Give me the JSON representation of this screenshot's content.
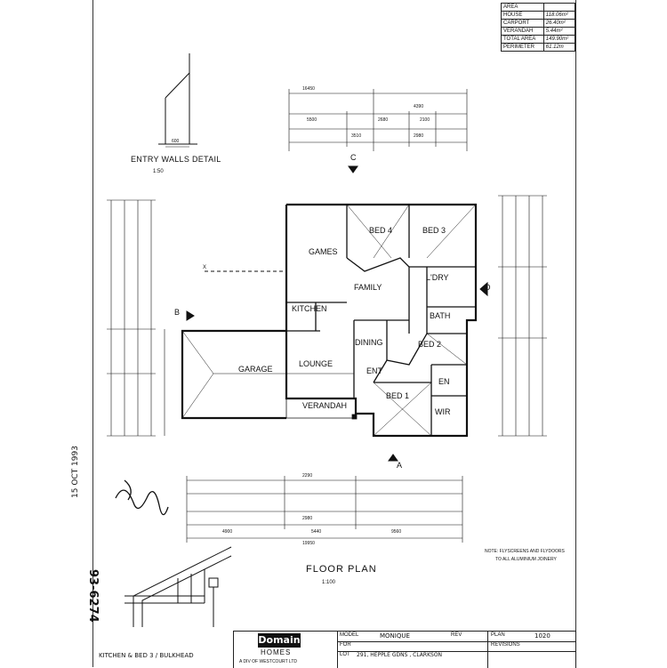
{
  "area_table": {
    "rows": [
      {
        "label": "AREA",
        "value": ""
      },
      {
        "label": "HOUSE",
        "value": "118.06m²"
      },
      {
        "label": "CARPORT",
        "value": "26.40m²"
      },
      {
        "label": "VERANDAH",
        "value": "5.44m²"
      },
      {
        "label": "TOTAL AREA",
        "value": "149.90m²"
      },
      {
        "label": "PERIMETER",
        "value": "61.12m"
      }
    ]
  },
  "entry_walls": {
    "title": "ENTRY WALLS DETAIL",
    "scale": "1:50",
    "dim": "600"
  },
  "dims_top": {
    "d1": "16450",
    "d2": "4390",
    "d3": "5500",
    "d4": "2680",
    "d5": "2100",
    "d6": "3510",
    "d7": "2980"
  },
  "section_markers": {
    "c": "C",
    "a": "A",
    "b": "B",
    "d": "D",
    "x": "X"
  },
  "rooms": {
    "games": "GAMES",
    "bed4": "BED 4",
    "bed3": "BED 3",
    "family": "FAMILY",
    "ldry": "L'DRY",
    "kitchen": "KITCHEN",
    "bath": "BATH",
    "dining": "DINING",
    "bed2": "BED 2",
    "lounge": "LOUNGE",
    "ent": "ENT",
    "garage": "GARAGE",
    "verandah": "VERANDAH",
    "bed1": "BED 1",
    "wir": "WIR",
    "en": "EN"
  },
  "stamp": {
    "date": "15 OCT 1993",
    "number": "93-6274"
  },
  "dims_bottom": {
    "d1": "19950",
    "d2": "9560",
    "d3": "4900",
    "d4": "5440",
    "d5": "2980",
    "d6": "2290"
  },
  "note": {
    "line1": "NOTE: FLYSCREENS AND FLYDOORS",
    "line2": "TO ALL ALUMINIUM JOINERY"
  },
  "floor_plan": {
    "title": "FLOOR PLAN",
    "scale": "1:100"
  },
  "kitchen_detail": {
    "caption": "KITCHEN & BED 3 / BULKHEAD"
  },
  "title_block": {
    "brand": "Domain",
    "brand_sub": "HOMES",
    "company": "A DIV OF WESTCOURT LTD",
    "model_label": "MODEL",
    "model_value": "MONIQUE",
    "rev_label": "REV",
    "plan_label": "PLAN",
    "plan_value": "1020",
    "for_label": "FOR",
    "revisions_label": "REVISIONS",
    "lot_label": "LOT",
    "lot_value": "291, HEPPLE GDNS , CLARKSON"
  }
}
